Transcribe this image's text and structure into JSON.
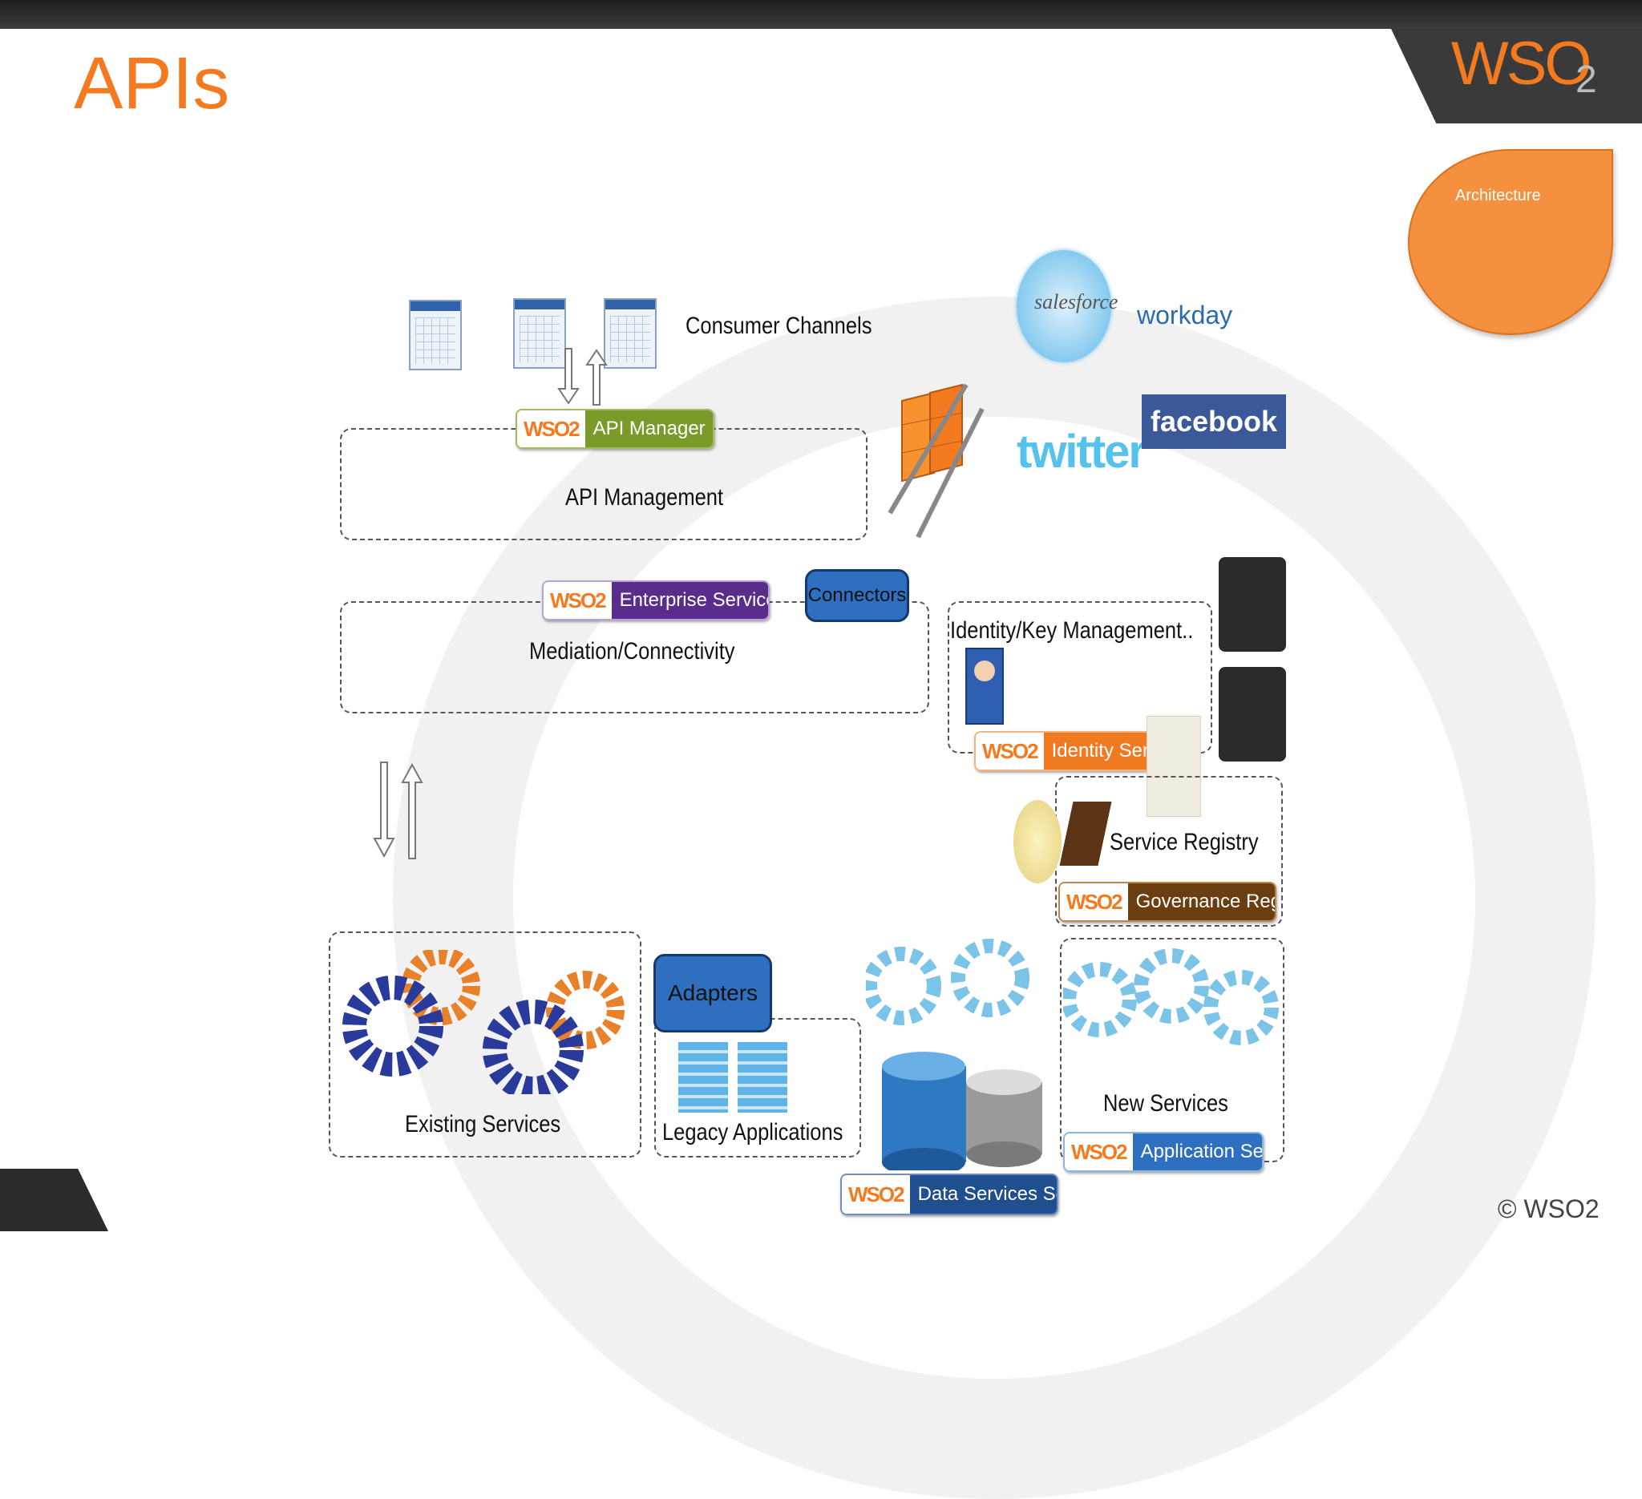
{
  "slide": {
    "title": "APIs",
    "badge": "Architecture",
    "copyright": "© WSO2",
    "logo": {
      "text": "WSO",
      "sub": "2"
    }
  },
  "diagram": {
    "consumer_channels": "Consumer Channels",
    "api_management": "API Management",
    "api_manager": {
      "brand": "WSO2",
      "product": "API Manager"
    },
    "mediation": "Mediation/Connectivity",
    "esb": {
      "brand": "WSO2",
      "product": "Enterprise Service Bus"
    },
    "connectors": "Connectors",
    "identity": "Identity/Key Management..",
    "identity_server": {
      "brand": "WSO2",
      "product": "Identity Server"
    },
    "service_registry": "Service Registry",
    "governance_registry": {
      "brand": "WSO2",
      "product": "Governance Registry"
    },
    "existing_services": "Existing Services",
    "adapters": "Adapters",
    "legacy_apps": "Legacy Applications",
    "new_services": "New Services",
    "app_server": {
      "brand": "WSO2",
      "product": "Application Server"
    },
    "data_services": {
      "brand": "WSO2",
      "product": "Data Services Server"
    },
    "saas": {
      "salesforce": "salesforce",
      "workday": "workday",
      "twitter": "twitter",
      "facebook": "facebook"
    }
  },
  "colors": {
    "accent": "#f47a20",
    "api_manager": "#7a9a2a",
    "esb": "#5a2d8c",
    "identity_server": "#f07a22",
    "governance_registry": "#6b3e12",
    "app_server": "#2f6fbf",
    "data_services": "#1f4f8f"
  }
}
